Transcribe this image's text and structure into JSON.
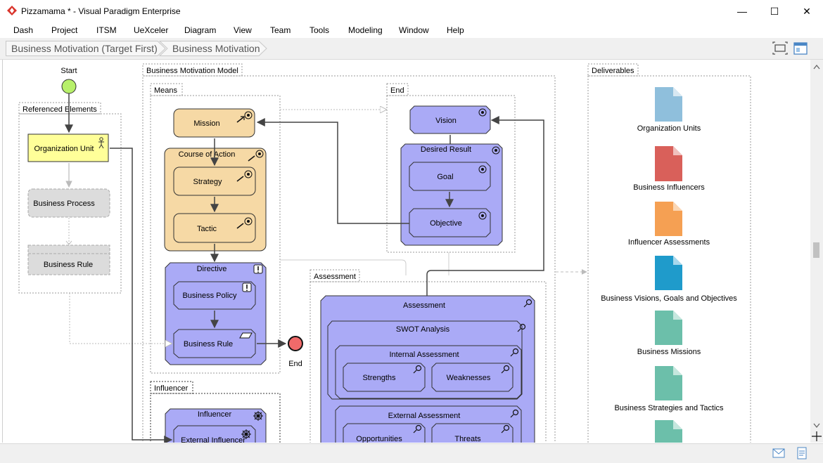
{
  "window": {
    "title": "Pizzamama * - Visual Paradigm Enterprise",
    "minimize_glyph": "—",
    "maximize_glyph": "☐",
    "close_glyph": "✕"
  },
  "menu": [
    "Dash",
    "Project",
    "ITSM",
    "UeXceler",
    "Diagram",
    "View",
    "Team",
    "Tools",
    "Modeling",
    "Window",
    "Help"
  ],
  "breadcrumb": [
    "Business Motivation (Target First)",
    "Business Motivation"
  ],
  "diagram": {
    "start_label": "Start",
    "end_label": "End",
    "referenced": {
      "title": "Referenced Elements",
      "org_unit": "Organization Unit",
      "business_process": "Business Process",
      "business_rule": "Business Rule"
    },
    "model": {
      "title": "Business Motivation Model"
    },
    "means": {
      "title": "Means",
      "mission": "Mission",
      "course_of_action": "Course of Action",
      "strategy": "Strategy",
      "tactic": "Tactic",
      "directive": "Directive",
      "business_policy": "Business Policy",
      "business_rule": "Business Rule"
    },
    "end_pkg": {
      "title": "End",
      "vision": "Vision",
      "desired_result": "Desired Result",
      "goal": "Goal",
      "objective": "Objective"
    },
    "influencer_pkg": {
      "title": "Influencer",
      "influencer": "Influencer",
      "external_influencer": "External Influencer"
    },
    "assessment_pkg": {
      "title": "Assessment",
      "assessment": "Assessment",
      "swot": "SWOT Analysis",
      "internal": "Internal Assessment",
      "strengths": "Strengths",
      "weaknesses": "Weaknesses",
      "external": "External Assessment",
      "opportunities": "Opportunities",
      "threats": "Threats"
    },
    "deliverables": {
      "title": "Deliverables",
      "items": [
        {
          "label": "Organization Units",
          "color": "#8fbfdc"
        },
        {
          "label": "Business Influencers",
          "color": "#d9605a"
        },
        {
          "label": "Influencer Assessments",
          "color": "#f5a053"
        },
        {
          "label": "Business Visions, Goals and Objectives",
          "color": "#1f9bcb"
        },
        {
          "label": "Business Missions",
          "color": "#6cbfaa"
        },
        {
          "label": "Business Strategies and Tactics",
          "color": "#6cbfaa"
        },
        {
          "label": "",
          "color": "#6cbfaa"
        }
      ]
    }
  },
  "colors": {
    "means_fill": "#f6d9a5",
    "end_fill": "#aaaaf6",
    "org_unit_fill": "#ffff99",
    "start_fill": "#b7f06a",
    "end_node_fill": "#f06a6a"
  }
}
